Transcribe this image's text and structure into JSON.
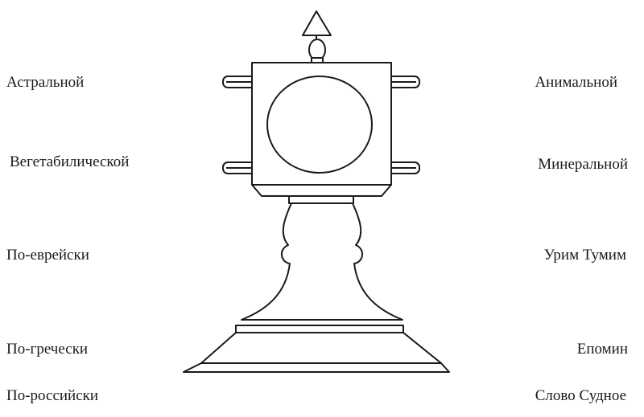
{
  "labels": {
    "left": [
      "Астральной",
      "Вегетабилической",
      "По-еврейски",
      "По-гречески",
      "По-российски"
    ],
    "right": [
      "Анимальной",
      "Минеральной",
      "Урим Тумим",
      "Епомин",
      "Слово Судное"
    ]
  },
  "colors": {
    "stroke": "#1a1a1a",
    "fill": "#ffffff"
  }
}
